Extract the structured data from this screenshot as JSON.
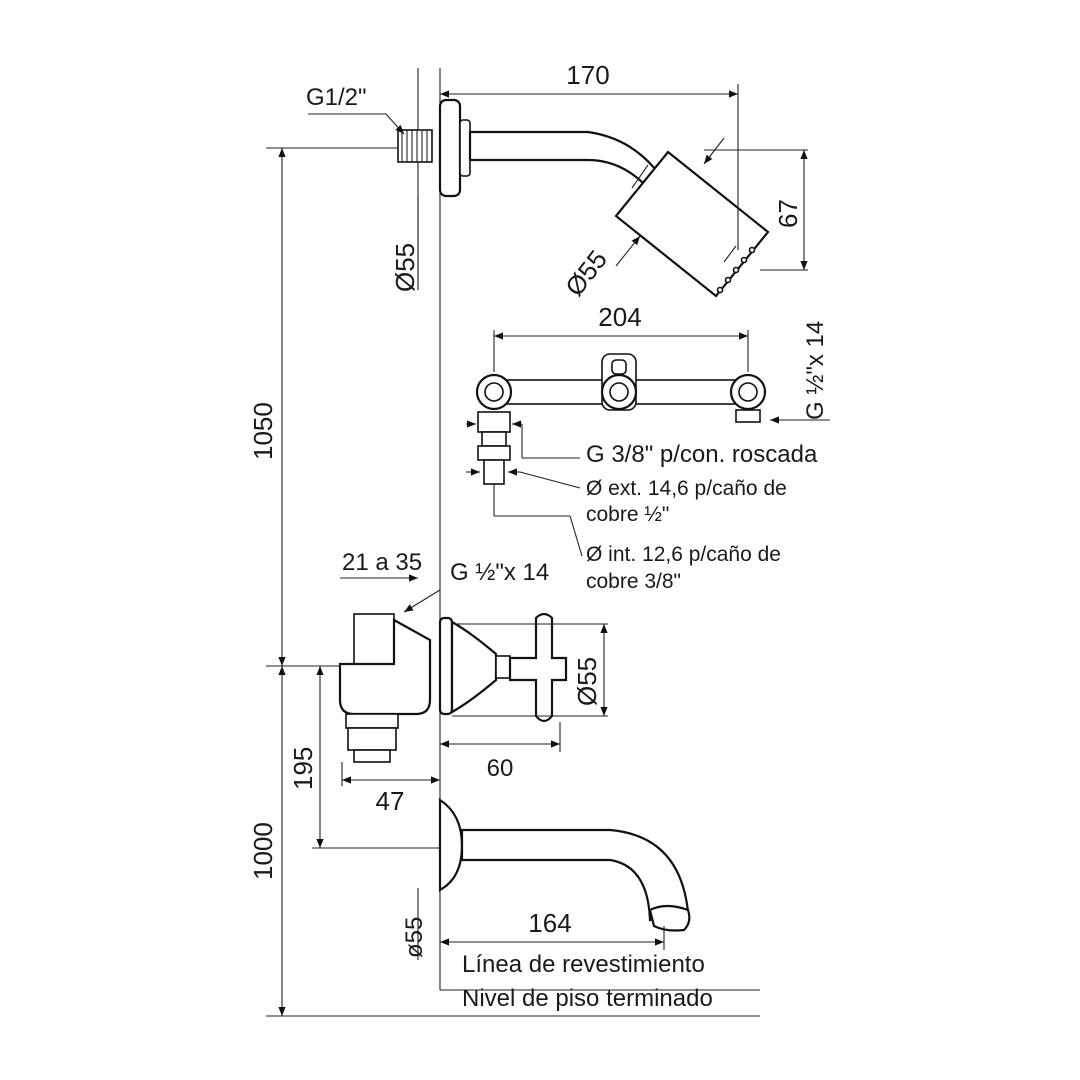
{
  "dimensions": {
    "shower_arm_length": "170",
    "thread_shower": "G1/2\"",
    "flange_dia_top": "Ø55",
    "shower_head_height": "67",
    "shower_head_dia": "Ø55",
    "valve_spacing": "204",
    "thread_inlet_vertical": "G ½\"x 14",
    "total_height": "1050",
    "wall_depth": "21 a 35",
    "thread_inlet": "G ½\"x 14",
    "handle_dia": "Ø55",
    "handle_depth": "60",
    "spout_height": "195",
    "spout_wall_offset": "47",
    "floor_height": "1000",
    "spout_flange_dia": "ø55",
    "spout_length": "164"
  },
  "notes": {
    "connection_threaded": "G 3/8\" p/con. roscada",
    "ext_line1": "Ø ext. 14,6 p/caño de",
    "ext_line2": "cobre ½\"",
    "int_line1": "Ø int. 12,6 p/caño de",
    "int_line2": "cobre 3/8\"",
    "wall_line": "Línea de revestimiento",
    "floor_line": "Nivel de piso terminado"
  }
}
